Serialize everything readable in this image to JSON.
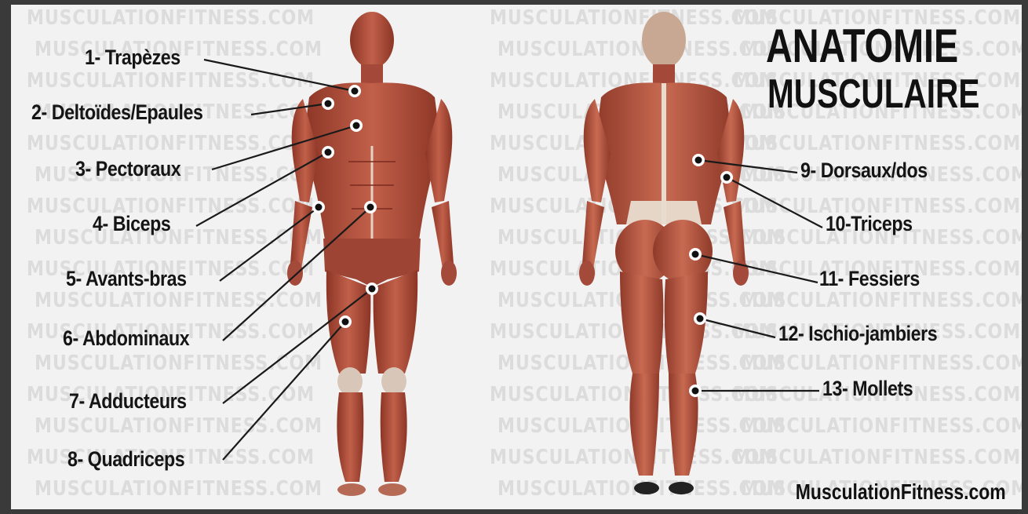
{
  "title": {
    "line1": "ANATOMIE",
    "line2": "MUSCULAIRE"
  },
  "watermark_text": "MUSCULATIONFITNESS.COM",
  "credit": "MusculationFitness.com",
  "colors": {
    "muscle": "#b0503e",
    "muscle_dark": "#7a2a20",
    "tendon": "#e6d6c8",
    "background": "#f2f2f2",
    "text": "#151515"
  },
  "front_labels": [
    {
      "text": "1- Trapèzes"
    },
    {
      "text": "2- Deltoïdes/Epaules"
    },
    {
      "text": "3- Pectoraux"
    },
    {
      "text": "4- Biceps"
    },
    {
      "text": "5- Avants-bras"
    },
    {
      "text": "6- Abdominaux"
    },
    {
      "text": "7- Adducteurs"
    },
    {
      "text": "8- Quadriceps"
    }
  ],
  "back_labels": [
    {
      "text": "9- Dorsaux/dos"
    },
    {
      "text": "10-Triceps"
    },
    {
      "text": "11- Fessiers"
    },
    {
      "text": "12- Ischio-jambiers"
    },
    {
      "text": "13- Mollets"
    }
  ]
}
